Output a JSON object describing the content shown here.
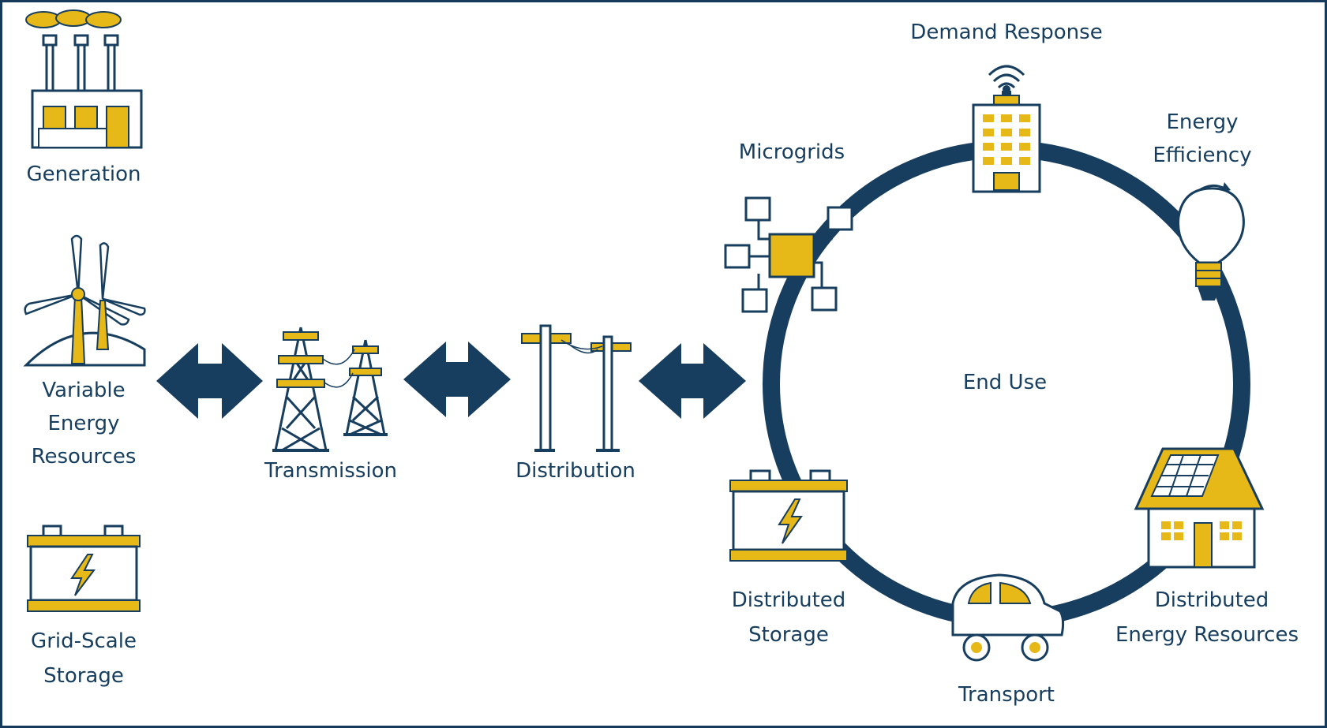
{
  "colors": {
    "navy": "#173e5e",
    "yellow": "#e6b818",
    "white": "#ffffff"
  },
  "left_column": {
    "generation": "Generation",
    "variable_line1": "Variable",
    "variable_line2": "Energy",
    "variable_line3": "Resources",
    "grid_line1": "Grid-Scale",
    "grid_line2": "Storage"
  },
  "chain": {
    "transmission": "Transmission",
    "distribution": "Distribution"
  },
  "ring": {
    "center": "End Use",
    "demand_response": "Demand Response",
    "energy_efficiency_line1": "Energy",
    "energy_efficiency_line2": "Efficiency",
    "microgrids": "Microgrids",
    "distributed_storage_line1": "Distributed",
    "distributed_storage_line2": "Storage",
    "transport": "Transport",
    "der_line1": "Distributed",
    "der_line2": "Energy Resources"
  },
  "icons": [
    "factory-icon",
    "wind-turbine-icon",
    "battery-icon",
    "double-arrow-icon",
    "transmission-tower-icon",
    "utility-pole-icon",
    "smart-building-icon",
    "lightbulb-icon",
    "microgrid-icon",
    "solar-house-icon",
    "car-icon"
  ]
}
